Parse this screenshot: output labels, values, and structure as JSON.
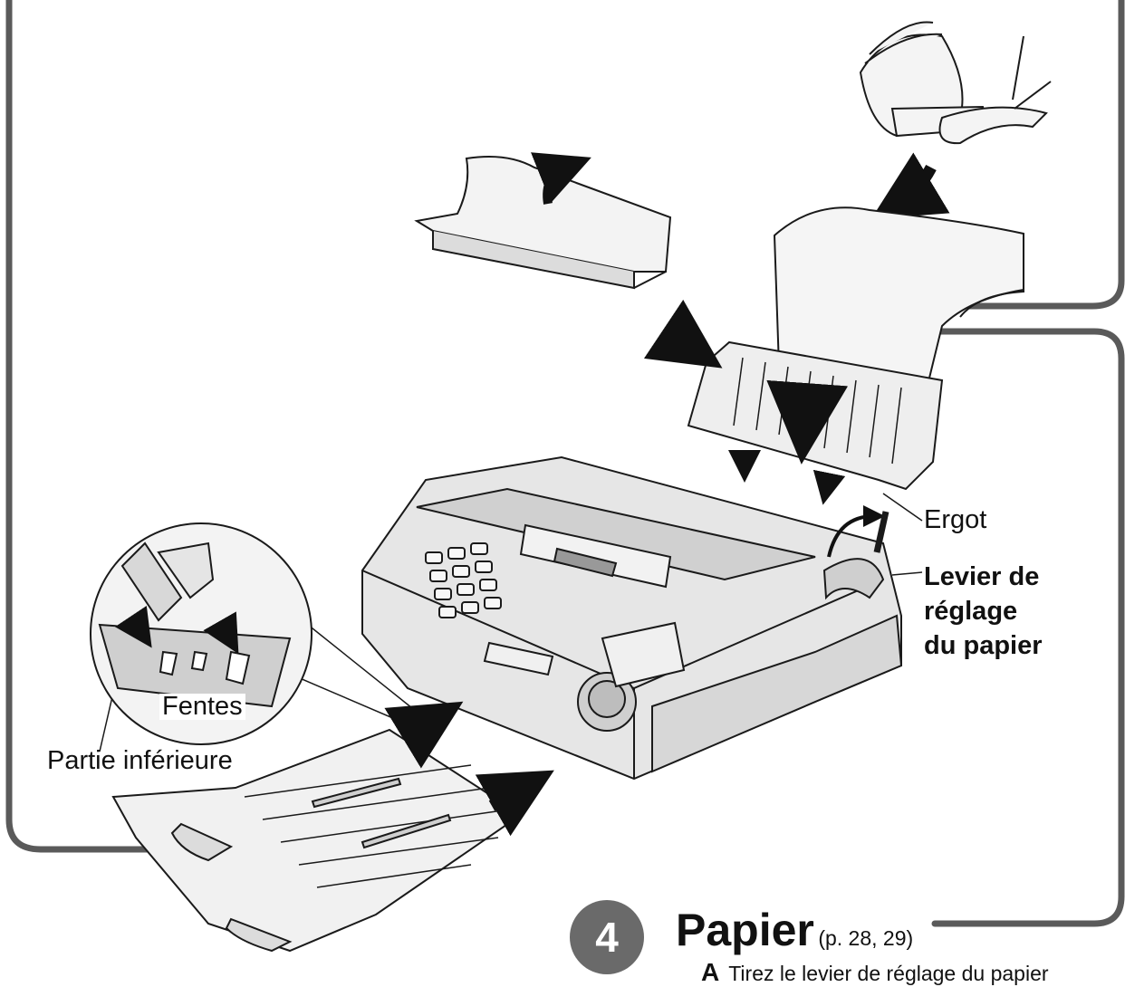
{
  "labels": {
    "slots": "Fentes",
    "bottom_part": "Partie inférieure",
    "pin": "Ergot",
    "lever_line1": "Levier de",
    "lever_line2": "réglage",
    "lever_line3": "du papier"
  },
  "step": {
    "number": "4",
    "title": "Papier",
    "page_ref": "(p. 28, 29)",
    "instruction_letter": "A",
    "instruction_text": "Tirez le levier de réglage du papier"
  },
  "colors": {
    "frame": "#5a5a5a",
    "badge": "#6a6a6a",
    "line_art": "#1a1a1a",
    "shade": "#d9d9d9"
  }
}
